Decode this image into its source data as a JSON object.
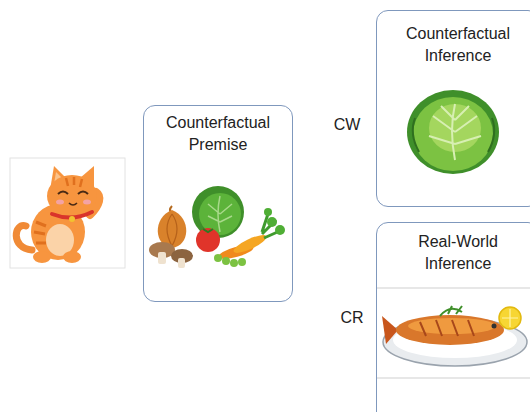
{
  "diagram": {
    "nodes": [
      {
        "text": [
          "Counterfactual Premise"
        ]
      },
      {
        "text": [
          "Counterfactual Inference"
        ]
      },
      {
        "text": [
          "Real-World Inference"
        ]
      }
    ],
    "labels": [
      "CW",
      "CR"
    ]
  }
}
